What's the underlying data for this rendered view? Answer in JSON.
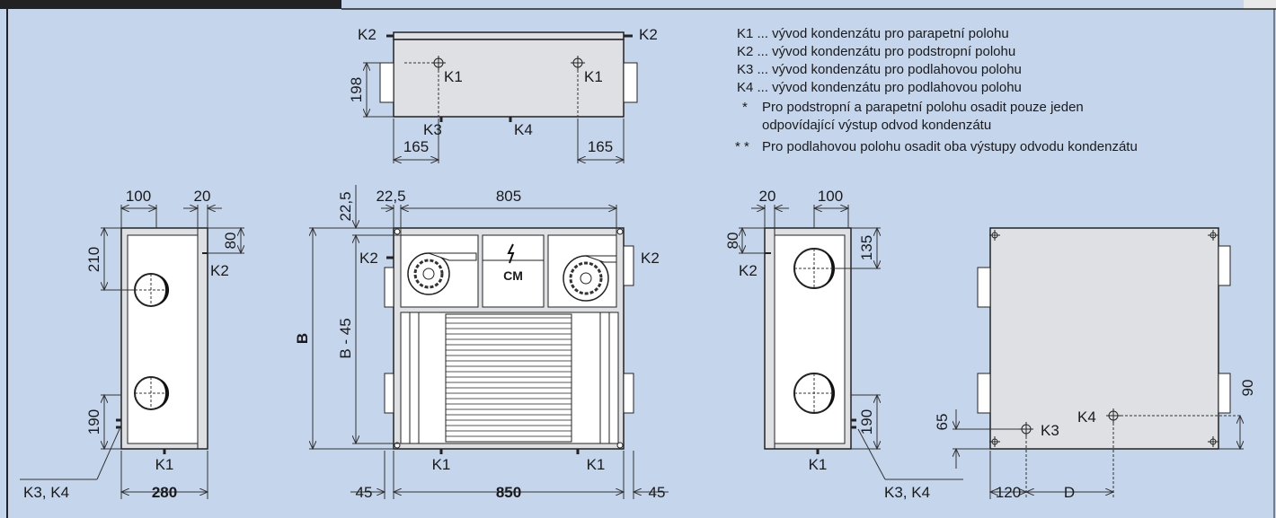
{
  "colors": {
    "background": "#c5d6ec",
    "unit_fill": "#dfe0e3",
    "panel_fill": "#ffffff",
    "header_bar": "#222222"
  },
  "labels": {
    "k1": "K1",
    "k2": "K2",
    "k3": "K3",
    "k4": "K4",
    "k3k4": "K3, K4",
    "cm": "CM",
    "b": "B",
    "b45": "B - 45",
    "d": "D"
  },
  "dims": {
    "d100": "100",
    "d20": "20",
    "d210": "210",
    "d80": "80",
    "d190": "190",
    "d280": "280",
    "d22_5": "22,5",
    "d805": "805",
    "d45": "45",
    "d850": "850",
    "d135": "135",
    "d165": "165",
    "d198": "198",
    "d65": "65",
    "d120": "120",
    "d90": "90"
  },
  "legend": [
    "K1 ... vývod kondenzátu pro parapetní polohu",
    "K2 ... vývod kondenzátu pro podstropní polohu",
    "K3 ... vývod kondenzátu pro podlahovou polohu",
    "K4 ... vývod kondenzátu pro podlahovou polohu"
  ],
  "notes": [
    {
      "mark": "*",
      "lines": [
        "Pro podstropní a parapetní polohu osadit pouze jeden",
        "odpovídající výstup odvod kondenzátu"
      ]
    },
    {
      "mark": "* *",
      "lines": [
        "Pro podlahovou polohu osadit oba výstupy odvodu kondenzátu"
      ]
    }
  ],
  "icons": [
    "lightning-icon",
    "fan-icon",
    "heat-exchanger-icon",
    "flange-icon",
    "drain-outlet-icon",
    "mounting-hole-icon"
  ]
}
